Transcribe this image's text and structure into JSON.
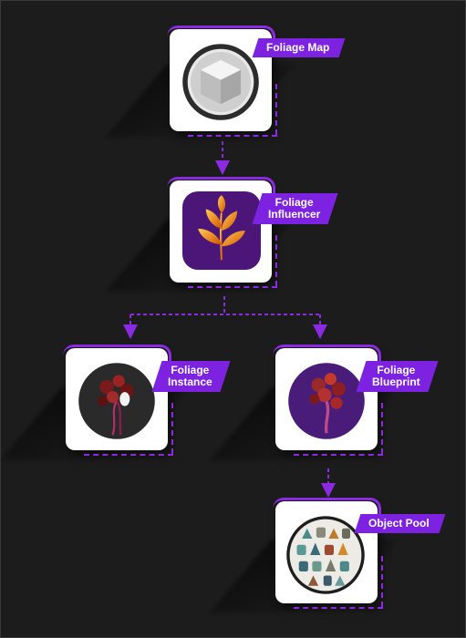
{
  "nodes": [
    {
      "id": "foliage-map",
      "label": "Foliage Map",
      "icon": "cube-icon"
    },
    {
      "id": "foliage-influencer",
      "label": "Foliage\nInfluencer",
      "icon": "leaf-sprout-icon"
    },
    {
      "id": "foliage-instance",
      "label": "Foliage\nInstance",
      "icon": "plant-instance-icon"
    },
    {
      "id": "foliage-blueprint",
      "label": "Foliage\nBlueprint",
      "icon": "plant-blueprint-icon"
    },
    {
      "id": "object-pool",
      "label": "Object Pool",
      "icon": "tree-grid-icon"
    }
  ],
  "edges": [
    {
      "from": "foliage-map",
      "to": "foliage-influencer"
    },
    {
      "from": "foliage-influencer",
      "to": "foliage-instance"
    },
    {
      "from": "foliage-influencer",
      "to": "foliage-blueprint"
    },
    {
      "from": "foliage-blueprint",
      "to": "object-pool"
    }
  ],
  "colors": {
    "accent": "#7c22e0",
    "background": "#1b1b1b",
    "card": "#ffffff"
  }
}
